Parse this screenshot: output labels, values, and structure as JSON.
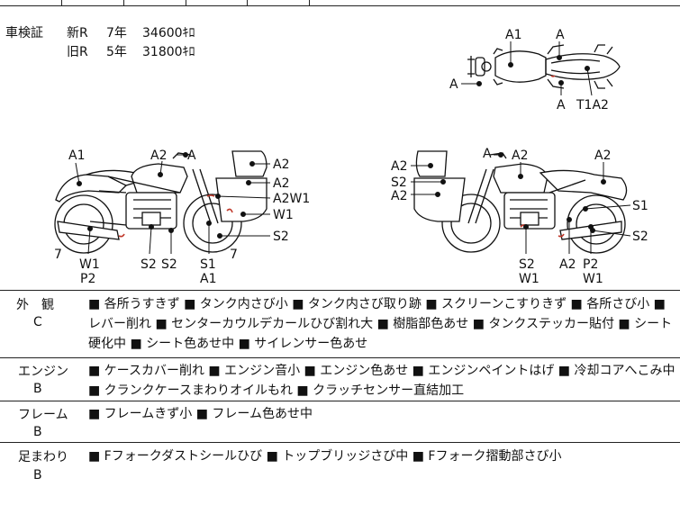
{
  "inspection": {
    "label": "車検証",
    "rows": [
      {
        "type": "新R",
        "years": "7年",
        "price": "34600ｷﾛ"
      },
      {
        "type": "旧R",
        "years": "5年",
        "price": "31800ｷﾛ"
      }
    ]
  },
  "top_view": {
    "labels": {
      "a1": "A1",
      "a_top": "A",
      "a_left": "A",
      "a_bottom": "A",
      "t1a2": "T1A2"
    }
  },
  "left_view": {
    "labels": {
      "a1": "A1",
      "a2_tank": "A2",
      "a_mirror": "A",
      "a2_screen": "A2",
      "a2_fairing": "A2",
      "a2w1": "A2W1",
      "w1": "W1",
      "s2_right": "S2",
      "num7_left": "7",
      "w1_bottom": "W1",
      "p2": "P2",
      "s2_a": "S2",
      "s2_b": "S2",
      "s1": "S1",
      "a1_bottom": "A1",
      "num7_right": "7"
    }
  },
  "right_view": {
    "labels": {
      "a_mirror": "A",
      "a2_tank": "A2",
      "a2_tail": "A2",
      "a2_screen": "A2",
      "s2_side": "S2",
      "a2_side": "A2",
      "s1": "S1",
      "s2_right": "S2",
      "s2_bottom": "S2",
      "w1_left": "W1",
      "a2_bottom": "A2",
      "p2": "P2",
      "w1_right": "W1"
    }
  },
  "categories": [
    {
      "name": "外　観",
      "grade": "C",
      "text": "■ 各所うすきず ■ タンク内さび小 ■ タンク内さび取り跡 ■ スクリーンこすりきず ■ 各所さび小 ■ レバー削れ ■ センターカウルデカールひび割れ大 ■ 樹脂部色あせ ■ タンクステッカー貼付 ■ シート硬化中 ■ シート色あせ中 ■ サイレンサー色あせ"
    },
    {
      "name": "エンジン",
      "grade": "B",
      "text": "■ ケースカバー削れ ■ エンジン音小 ■ エンジン色あせ ■ エンジンペイントはげ ■ 冷却コアへこみ中 ■ クランクケースまわりオイルもれ ■ クラッチセンサー直結加工"
    },
    {
      "name": "フレーム",
      "grade": "B",
      "text": "■ フレームきず小 ■ フレーム色あせ中"
    },
    {
      "name": "足まわり",
      "grade": "B",
      "text": "■ Fフォークダストシールひび ■ トップブリッジさび中 ■ Fフォーク摺動部さび小"
    }
  ]
}
